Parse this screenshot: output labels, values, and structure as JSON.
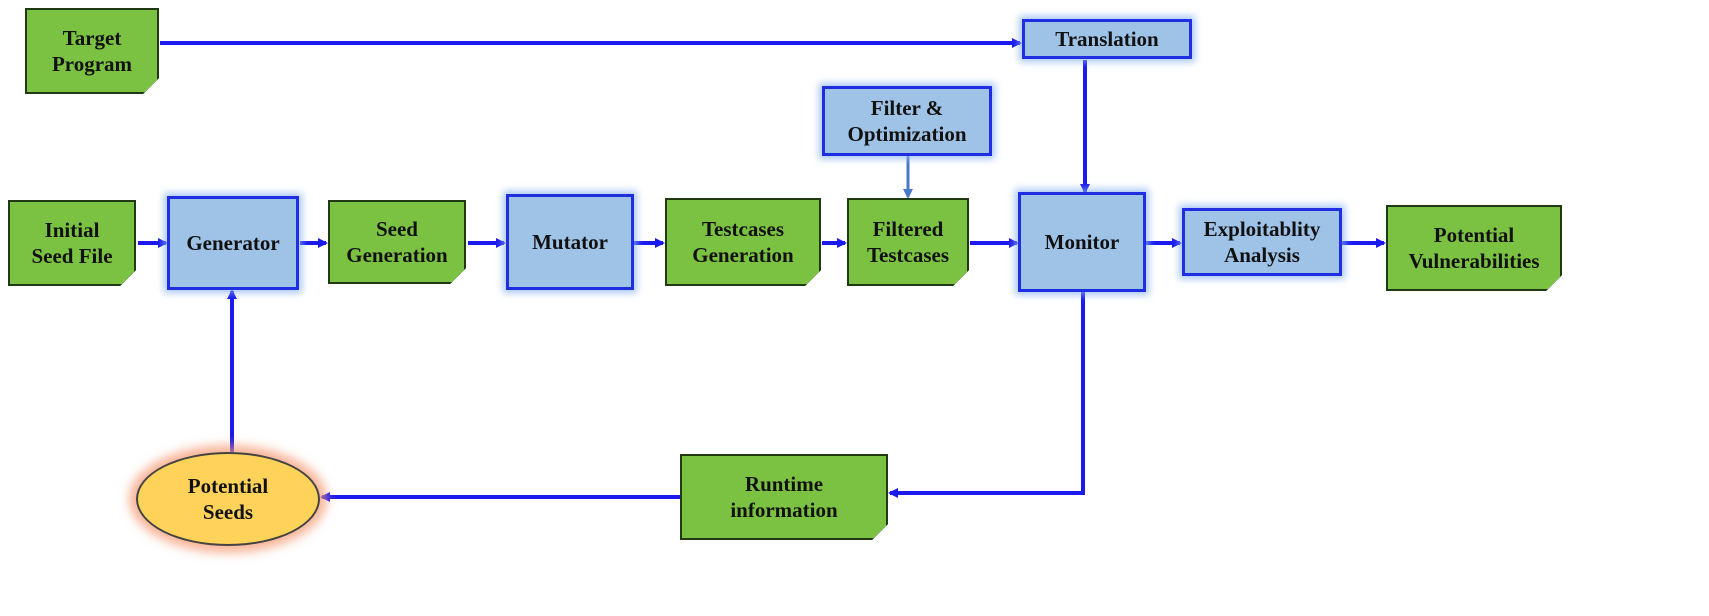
{
  "nodes": {
    "target_program": "Target\nProgram",
    "translation": "Translation",
    "filter_optimization": "Filter &\nOptimization",
    "initial_seed_file": "Initial\nSeed File",
    "generator": "Generator",
    "seed_generation": "Seed\nGeneration",
    "mutator": "Mutator",
    "testcases_generation": "Testcases\nGeneration",
    "filtered_testcases": "Filtered\nTestcases",
    "monitor": "Monitor",
    "exploitability_analysis": "Exploitablity\nAnalysis",
    "potential_vulnerabilities": "Potential\nVulnerabilities",
    "runtime_information": "Runtime\ninformation",
    "potential_seeds": "Potential\nSeeds"
  },
  "colors": {
    "document_fill": "#7cc242",
    "process_fill": "#9fc3e7",
    "process_border": "#1f2ee0",
    "ellipse_fill": "#ffd35a",
    "arrow": "#1a1af0",
    "arrow_light": "#4a78c8"
  },
  "edges": [
    [
      "target_program",
      "translation"
    ],
    [
      "translation",
      "monitor"
    ],
    [
      "filter_optimization",
      "filtered_testcases"
    ],
    [
      "initial_seed_file",
      "generator"
    ],
    [
      "generator",
      "seed_generation"
    ],
    [
      "seed_generation",
      "mutator"
    ],
    [
      "mutator",
      "testcases_generation"
    ],
    [
      "testcases_generation",
      "filtered_testcases"
    ],
    [
      "filtered_testcases",
      "monitor"
    ],
    [
      "monitor",
      "exploitability_analysis"
    ],
    [
      "exploitability_analysis",
      "potential_vulnerabilities"
    ],
    [
      "monitor",
      "runtime_information"
    ],
    [
      "runtime_information",
      "potential_seeds"
    ],
    [
      "potential_seeds",
      "generator"
    ]
  ]
}
